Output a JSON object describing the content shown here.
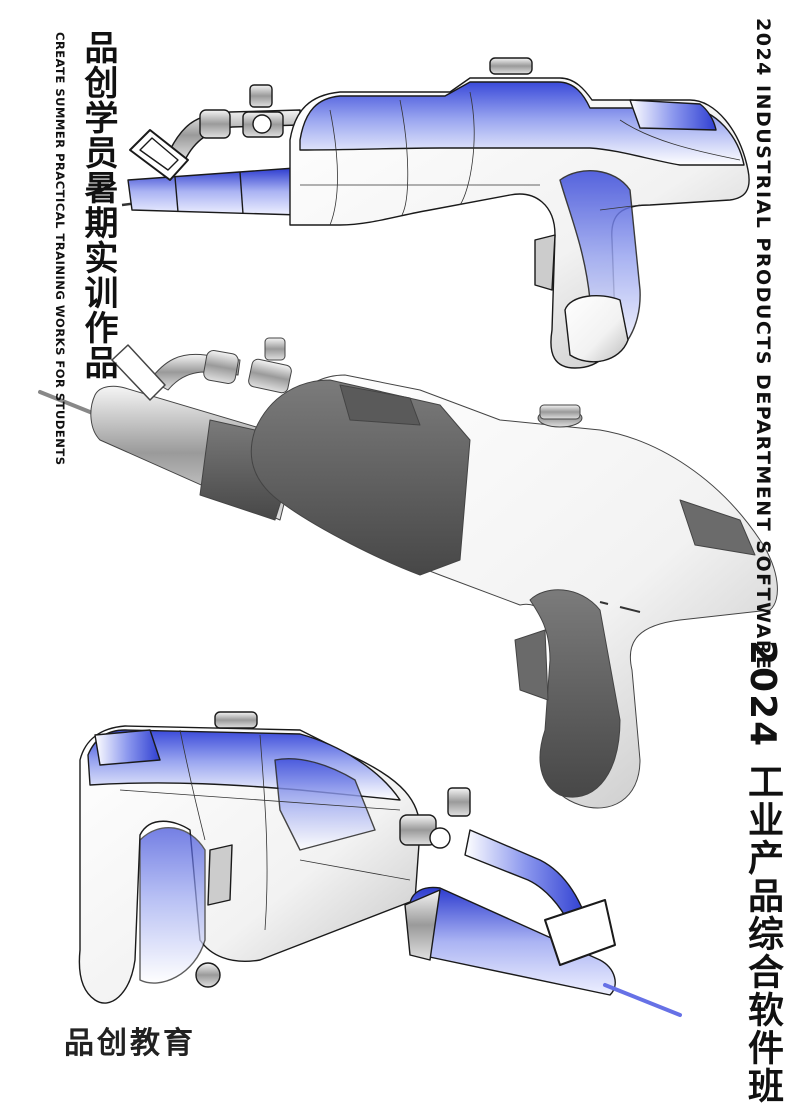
{
  "titles": {
    "cn_left": "品创学员暑期实训作品",
    "en_left": "CREATE SUMMER PRACTICAL TRAINING WORKS FOR STUDENTS",
    "en_right": "2024 INDUSTRIAL PRODUCTS DEPARTMENT SOFTWARE",
    "cn_right": "2024 工业产品综合软件班"
  },
  "brand": {
    "logo_text": "品创教育"
  },
  "colors": {
    "accent_blue": "#3d4fd8",
    "dark_gray": "#5b5b5b",
    "light_gray": "#d9d9d9",
    "text": "#111111"
  }
}
